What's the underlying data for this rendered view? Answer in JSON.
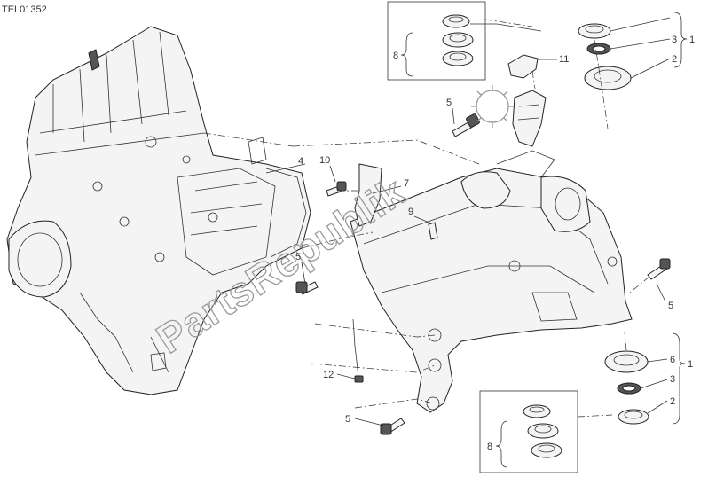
{
  "diagram_code": "TEL01352",
  "watermark": "PartsRepublik",
  "callouts": [
    {
      "id": "c1_top",
      "text": "1"
    },
    {
      "id": "c3_top",
      "text": "3"
    },
    {
      "id": "c2_top",
      "text": "2"
    },
    {
      "id": "c8_top",
      "text": "8"
    },
    {
      "id": "c11",
      "text": "11"
    },
    {
      "id": "c5_a",
      "text": "5"
    },
    {
      "id": "c4",
      "text": "4"
    },
    {
      "id": "c10",
      "text": "10"
    },
    {
      "id": "c7",
      "text": "7"
    },
    {
      "id": "c9",
      "text": "9"
    },
    {
      "id": "c5_b",
      "text": "5"
    },
    {
      "id": "c5_c",
      "text": "5"
    },
    {
      "id": "c1_bot",
      "text": "1"
    },
    {
      "id": "c6",
      "text": "6"
    },
    {
      "id": "c3_bot",
      "text": "3"
    },
    {
      "id": "c2_bot",
      "text": "2"
    },
    {
      "id": "c12",
      "text": "12"
    },
    {
      "id": "c5_d",
      "text": "5"
    },
    {
      "id": "c8_bot",
      "text": "8"
    }
  ]
}
